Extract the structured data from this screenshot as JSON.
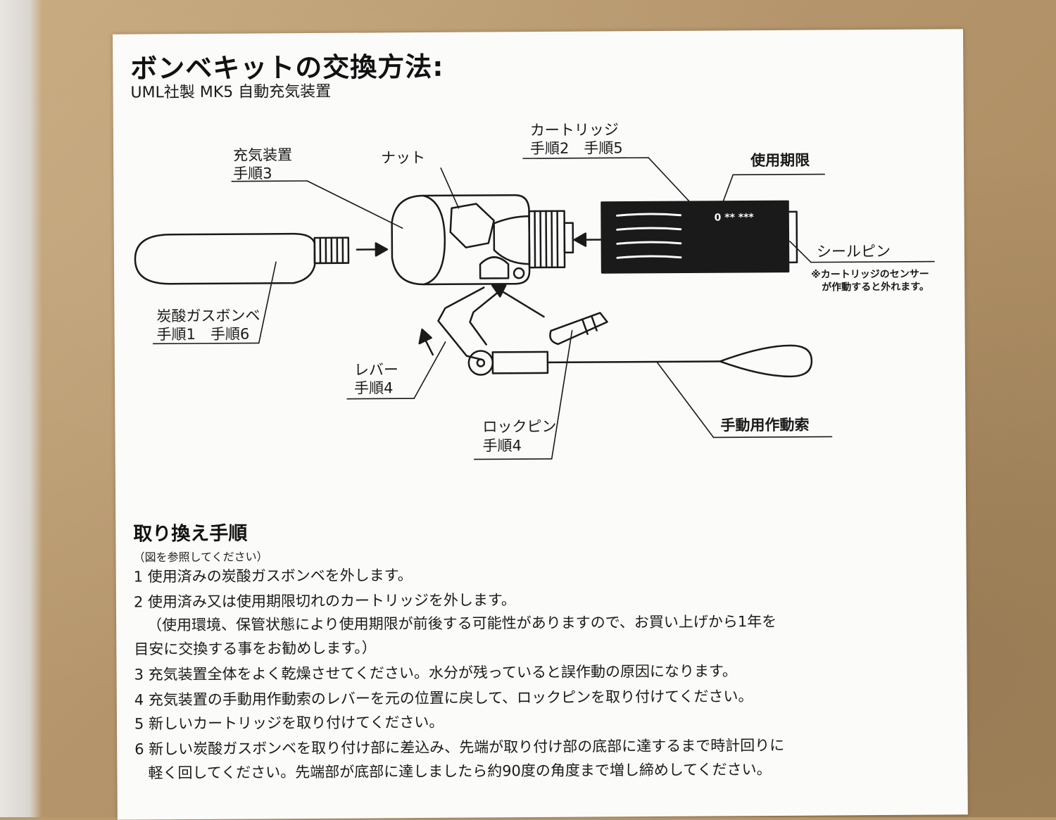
{
  "heading": {
    "title": "ボンベキットの交換方法:",
    "subtitle": "UML社製  MK5 自動充気装置"
  },
  "diagram": {
    "labels": {
      "inflator": "充気装置",
      "inflator_step": "手順3",
      "nut": "ナット",
      "cartridge": "カートリッジ",
      "cartridge_steps": "手順2　手順5",
      "expiry": "使用期限",
      "expiry_marks": "0  ** ***",
      "seal_pin": "シールピン",
      "seal_note_1": "※カートリッジのセンサー",
      "seal_note_2": "が作動すると外れます。",
      "co2_cylinder": "炭酸ガスボンベ",
      "co2_steps": "手順1　手順6",
      "lever": "レバー",
      "lever_step": "手順4",
      "lock_pin": "ロックピン",
      "lock_pin_step": "手順4",
      "manual_cord": "手動用作動索"
    }
  },
  "procedure": {
    "title": "取り換え手順",
    "note": "（図を参照してください）",
    "steps": [
      "1 使用済みの炭酸ガスボンベを外します。",
      "2 使用済み又は使用期限切れのカートリッジを外します。",
      "（使用環境、保管状態により使用期限が前後する可能性がありますので、お買い上げから1年を",
      "目安に交換する事をお勧めします。）",
      "3 充気装置全体をよく乾燥させてください。水分が残っていると誤作動の原因になります。",
      "4 充気装置の手動用作動索のレバーを元の位置に戻して、ロックピンを取り付けてください。",
      "5 新しいカートリッジを取り付けてください。",
      "6 新しい炭酸ガスボンベを取り付け部に差込み、先端が取り付け部の底部に達するまで時計回りに",
      "軽く回してください。先端部が底部に達しましたら約90度の角度まで増し締めしてください。"
    ]
  },
  "colors": {
    "kraft": "#b99a6e",
    "paper": "#fbfbfa",
    "ink": "#1a1a1a"
  }
}
